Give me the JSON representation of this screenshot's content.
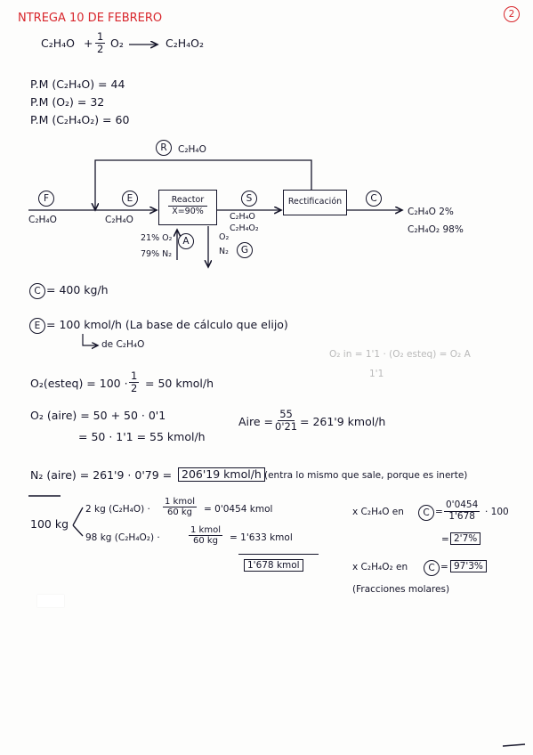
{
  "header": {
    "title": "NTREGA 10 DE FEBRERO",
    "page_number": "2",
    "reaction": {
      "reactant1": "C₂H₄O",
      "plus": "+",
      "coef_num": "1",
      "coef_den": "2",
      "reactant2": "O₂",
      "product": "C₂H₄O₂"
    }
  },
  "molar_masses": [
    "P.M (C₂H₄O) = 44",
    "P.M (O₂) = 32",
    "P.M (C₂H₄O₂) = 60"
  ],
  "diagram": {
    "recycle_stream": {
      "tag": "R",
      "label": "C₂H₄O"
    },
    "feed_stream": {
      "tag": "F",
      "label": "C₂H₄O"
    },
    "reactor_inlet": {
      "tag": "E",
      "label": "C₂H₄O"
    },
    "reactor": {
      "name": "Reactor",
      "conversion": "X=90%"
    },
    "reactor_outlet": {
      "tag": "S",
      "lines": [
        "C₂H₄O",
        "C₂H₄O₂"
      ]
    },
    "separator": {
      "name": "Rectificación"
    },
    "product_stream": {
      "tag": "C",
      "lines": [
        "C₂H₄O 2%",
        "C₂H₄O₂ 98%"
      ]
    },
    "air_stream": {
      "tag": "A",
      "lines": [
        "21% O₂",
        "79% N₂"
      ]
    },
    "gas_stream": {
      "tag": "G",
      "lines": [
        "O₂",
        "N₂"
      ]
    }
  },
  "calc": {
    "c_rate": {
      "tag": "C",
      "text": "= 400 kg/h"
    },
    "e_rate": {
      "tag": "E",
      "text": "= 100 kmol/h  (La base de cálculo que elijo)",
      "sub": "de C₂H₄O"
    },
    "pencil_note": [
      "O₂ in = 1'1 · (O₂ esteq) = O₂ A",
      "1'1"
    ],
    "o2_esteq": {
      "left": "O₂(esteq) = 100 ·",
      "num": "1",
      "den": "2",
      "right": "= 50 kmol/h"
    },
    "o2_aire": {
      "line1": "O₂ (aire) = 50 + 50 · 0'1",
      "line2": "= 50 · 1'1 = 55 kmol/h"
    },
    "aire": {
      "left": "Aire =",
      "num": "55",
      "den": "0'21",
      "right": "= 261'9 kmol/h"
    },
    "n2_aire": {
      "left": "N₂ (aire) = 261'9 · 0'79 =",
      "boxed": "206'19 kmol/h",
      "note": "(entra lo mismo que sale, porque es inerte)"
    },
    "basis": "100 kg",
    "line_a": {
      "left": "2 kg (C₂H₄O) ·",
      "num": "1 kmol",
      "den": "60 kg",
      "right": "= 0'0454 kmol"
    },
    "line_b": {
      "left": "98 kg (C₂H₄O₂) ·",
      "num": "1 kmol",
      "den": "60 kg",
      "right": "= 1'633 kmol"
    },
    "total": "1'678 kmol",
    "x1": {
      "left": "x C₂H₄O en",
      "tag": "C",
      "num": "0'0454",
      "den": "1'678",
      "mult": "· 100",
      "boxed": "2'7%"
    },
    "x2": {
      "left": "x C₂H₄O₂ en",
      "tag": "C",
      "boxed": "97'3%"
    },
    "fractions_note": "(Fracciones molares)"
  }
}
